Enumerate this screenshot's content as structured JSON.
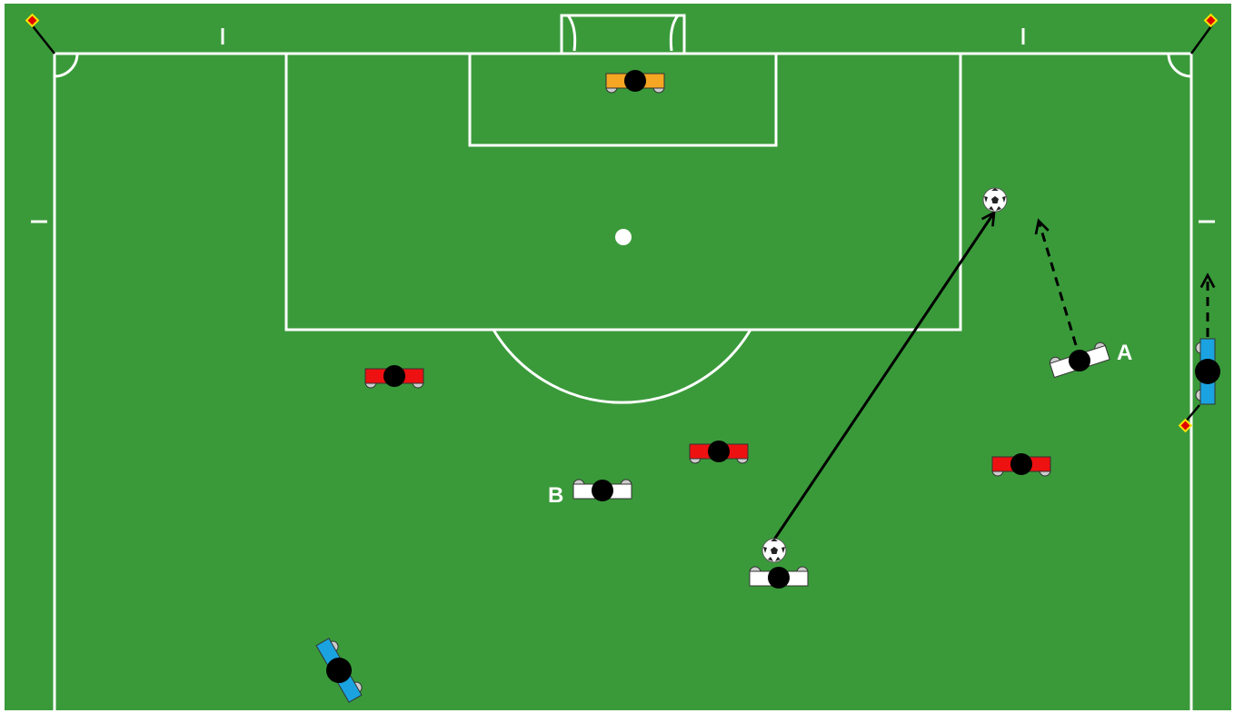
{
  "diagram": {
    "pitch_color": "#3a9a3a",
    "line_color": "#ffffff",
    "team_colors": {
      "attack": "#ffffff",
      "defense": "#ee1111",
      "goalkeeper": "#f5a623",
      "referee": "#1aa3e0"
    },
    "labels": {
      "player_a": "A",
      "player_b": "B"
    },
    "movements": [
      {
        "type": "pass",
        "style": "solid",
        "from": "player-with-ball",
        "to": "ball-target"
      },
      {
        "type": "run",
        "style": "dashed",
        "from": "player-a",
        "to": "space-behind"
      },
      {
        "type": "run",
        "style": "dashed",
        "from": "assistant-referee",
        "to": "line"
      }
    ]
  }
}
